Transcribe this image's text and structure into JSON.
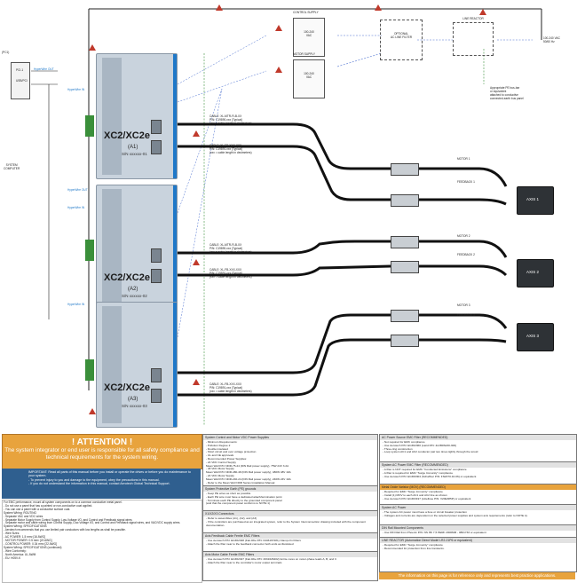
{
  "pc": {
    "tag": "(PC1)",
    "label": "SYSTEM\nCOMPUTER",
    "ports": [
      "PCI-1",
      "USB/PCI"
    ]
  },
  "links": [
    "HyperWire OUT",
    "HyperWire IN",
    "HyperWire OUT",
    "HyperWire IN",
    "HyperWire IN"
  ],
  "drives": [
    {
      "brand": "XC2/XC2e",
      "axis": "(A1)",
      "sn": "S/N xxxxxx-01"
    },
    {
      "brand": "XC2/XC2e",
      "axis": "(A2)",
      "sn": "S/N xxxxxx-02"
    },
    {
      "brand": "XC2/XC2e",
      "axis": "(A3)",
      "sn": "S/N xxxxxx-03"
    }
  ],
  "supplies": {
    "control": {
      "title": "CONTROL SUPPLY",
      "spec": "100-240\nVAC"
    },
    "motor": {
      "title": "MOTOR SUPPLY",
      "spec": "100-240\nVAC"
    },
    "filter": "OPTIONAL\nAC LINE FILTER",
    "reactor": "LINE REACTOR",
    "mains": "100-240 VAC\n50/60 Hz"
  },
  "cables": [
    {
      "motor": "CABLE: XL-MTR-FLB-XX\nP/N: C19890-xxx (Typical)\n(xxx = cable length in decimeters)",
      "fb": "CABLE: XL-FB-XXX-XXX\nP/N: C19891-xxx (Typical)\n(xxx = cable length in decimeters)"
    },
    {
      "motor": "CABLE: XL-MTR-FLB-XX\nP/N: C19890-xxx (Typical)\n(xxx = cable length in decimeters)",
      "fb": "CABLE: XL-FB-XXX-XXX\nP/N: C19891-xxx (Typical)\n(xxx = cable length in decimeters)"
    },
    {
      "motor": "",
      "fb": "CABLE: XL-FB-XXX-XXX\nP/N: C19891-xxx (Typical)\n(xxx = cable length in decimeters)"
    }
  ],
  "motors": [
    {
      "label": "AXIS 1",
      "motor_lbl": "MOTOR 1",
      "fb_lbl": "FEEDBACK 1"
    },
    {
      "label": "AXIS 2",
      "motor_lbl": "MOTOR 2",
      "fb_lbl": "FEEDBACK 2"
    },
    {
      "label": "AXIS 3",
      "motor_lbl": "MOTOR 3",
      "fb_lbl": "FEEDBACK 3"
    }
  ],
  "ground_note": "Appropriate PE bus-bar\nor equivalent\nattached to conductive\nconnected-earth bus panel",
  "attention": {
    "title": "! ATTENTION !",
    "msg": "The system integrator or end user is responsible for all safety compliance and technical requirements for the system wiring."
  },
  "important": "IMPORTANT: Read all parts of this manual before you install or operate the drives or before you do maintenance to your system.\n- To prevent injury to you and damage to the equipment, obey the precautions in this manual.\n- If you do not understand the information in this manual, contact Aerotech Global Technical Support.",
  "notes_left": "For EMC performance, mount all system components on to a common conductive metal panel.\n  - Do not use a panel that has a painted or non-conductive coat applied.\n  - You can use a panel with a conductive surface coat.\nSystem Wiring: ROUTING\n  - Separate VAC and VDC wires\n  - Separate Motor Supply from Control Supply, Low-Voltage I/O, and Control and Feedback signal wires\n  - Separate motor and cable wiring from Control Supply, Low-Voltage I/O, and Control and Feedback signal wires, and VAC/VDC supply wires.\nSystem Wiring: SPECIFICATIONS\n  - Aerotech recommends that you use limited pair conductors with low lengths as shall be possible.\n  - Wire Sizes:\n     - AC POWER: 1.5 mm² [16 AWG]\n     - MOTOR POWER: 0.5 mm² [20 AWG]\n     - CONTROL POWER: 0.34 mm² [22 AWG]\nSystem Wiring: SPECIFICATIONS (continued)\n  - Wire Conformity:\n     - North America: UL AWM\n     - EU: H05V-K",
  "notes_mid": [
    {
      "hdr": "System Control and Motor VDC Power Supplies",
      "body": "- Minimum Requirements:\n   - Pollution Degree 2\n   - Double insulated\n   - Short circuit and over voltage protection\n   - UL and CE approvals\n- Recommended Power Supplies:\n   - 24 VDC Control Supply\n     Mean Well P/N: NDR-75-24 (DIN Rail power supply), 75W 24V 3.2A\n   - 48 VDC Motor Supply\n     Mean Well P/N: NDR-480-48 (DIN Rail power supply), 480W 48V 10A\n   - 24 VDC Motor Supply\n     Mean Well P/N: NDR-240-24 (DIN Rail power supply), 240W 24V 10A\n- Refer to the Mean Well NDR Series Installation Manual"
    },
    {
      "hdr": "System Protective Earth (PE) grounds",
      "body": "- Keep PE wires as short as possible\n- Each PE wire must have a dedicated attach/termination point\n- Terminate each PE directly to the grounded component panel\n  (and that the component panel conforms to NOTE 1)"
    },
    {
      "hdr": "X1/X2/X3 Connectors",
      "body": "- Refer to assemblies (A1), (A2), and (A3)\n- If the controllers are purchased as an integrated system, refer to the System Interconnection drawing included with the component documentation."
    },
    {
      "hdr": "Axis Feedback Cable Ferrite EMC Filters",
      "body": "- Use Aerotech P/N: ECZ02348 (Fair-Rite P/N: 0446167281) Clamp-On Filters\n- Attach the filter near to the feedback connector both ends as illustrated"
    },
    {
      "hdr": "Axis Motor Cable Ferrite EMC Filters",
      "body": "- Use Aerotech P/N: ECZ02347 (Fair-Rite P/N: 2631626402) ferrite cores on motor-phase leads A, B, and C\n- Attach the filter near to the controller's motor output terminals"
    }
  ],
  "notes_right": [
    {
      "hdr": "AC Power Source EMC Filter (RECOMMENDED)",
      "body": "- Not required for EMC compliance\n- Use Aerotech P/N: ECZ02360 (Laird P/N: 4LFB0S230-300)\n   - Three-ring construction\n   - Loop system AC1 and AC2 conductor pair two times tightly through the toroid",
      "hl": false
    },
    {
      "hdr": "System AC Power EMC Filter (RECOMMENDED)",
      "body": "- A filter is NOT required for EMC \"Conducted Emissions\" compliance\n- A filter is required for EMC \"Surge Immunity\" compliance\n- Use Aerotech P/N: ECZ00304 (Schaffner P/N: FN2070-10-06) or equivalent",
      "hl": false
    },
    {
      "hdr": "Metal Oxide Varistor (MOV) (RECOMMENDED)",
      "body": "- Required for EMC \"Surge Immunity\" compliance\n- Install (1) MOV to each AC1 and AC2 line as shown\n- Use Aerotech P/N: ECZ03197 (Littelfuse P/N: V20E385P) or equivalent",
      "hl": true
    },
    {
      "hdr": "System AC Power",
      "body": "- The system AC power must have a fuse or circuit breaker protection\n- Voltages and currents are dependent on the selected power supplies and system axis requirements (refer to NOTE 4).",
      "hl": false
    },
    {
      "hdr": "DIN Rail Mounted Components",
      "body": "- Use DIN Rail from Phoenix P/N: NS 35/ 7,5 PERF 2000MM - 0801733 or equivalent",
      "hl": false
    },
    {
      "hdr": "LINE REACTOR (Automation Direct Model LR2-21P6 or equivalent)",
      "body": "- Required for EMC \"Surge Immunity\" compliance\n- Recommended for protection from line transients.",
      "hl": false
    }
  ],
  "footer": "The information on this page is for reference only and represents best practice applications."
}
